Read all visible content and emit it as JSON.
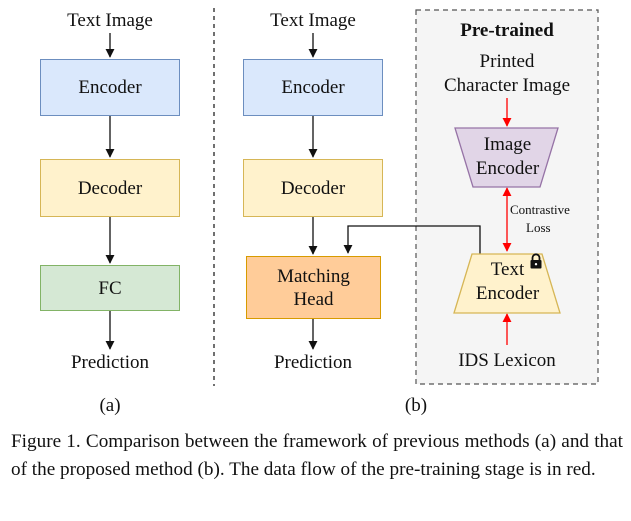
{
  "panel_a": {
    "input": "Text Image",
    "encoder": "Encoder",
    "decoder": "Decoder",
    "fc": "FC",
    "output": "Prediction",
    "label": "(a)"
  },
  "panel_b": {
    "input": "Text Image",
    "encoder": "Encoder",
    "decoder": "Decoder",
    "matching_head_line1": "Matching",
    "matching_head_line2": "Head",
    "output": "Prediction",
    "label": "(b)"
  },
  "pretrained": {
    "title": "Pre-trained",
    "input_line1": "Printed",
    "input_line2": "Character Image",
    "image_encoder_line1": "Image",
    "image_encoder_line2": "Encoder",
    "loss_line1": "Contrastive",
    "loss_line2": "Loss",
    "text_encoder_line1": "Text",
    "text_encoder_line2": "Encoder",
    "lexicon": "IDS Lexicon"
  },
  "caption": "Figure 1. Comparison between the framework of previous methods (a) and that of the proposed method (b). The data flow of the pre-training stage is in red.",
  "colors": {
    "encoder_fill": "#dae8fc",
    "decoder_fill": "#fff2cc",
    "fc_fill": "#d5e8d4",
    "matching_head_fill": "#ffcc99",
    "image_encoder_fill": "#e1d5e7",
    "text_encoder_fill": "#fff2cc",
    "pretrain_flow": "#ff0000",
    "pretrained_panel_fill": "#f5f5f5"
  },
  "icons": {
    "text_encoder_badge": "lock-icon"
  }
}
